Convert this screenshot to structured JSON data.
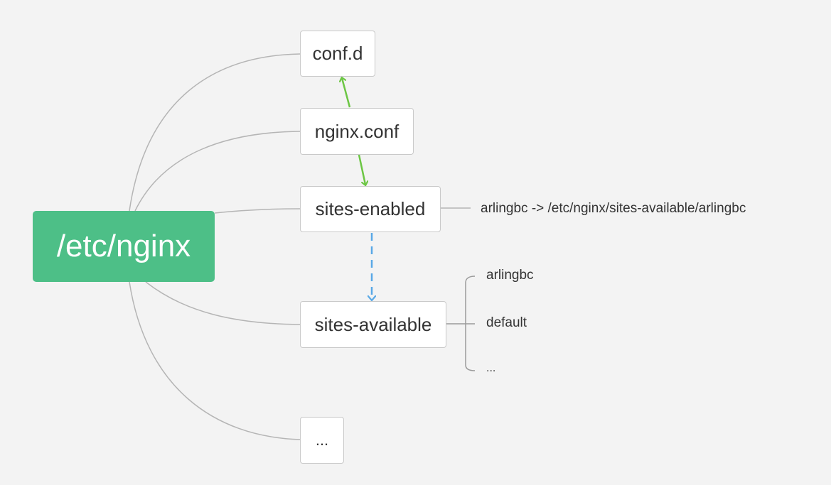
{
  "root": {
    "label": "/etc/nginx",
    "color": "#4dbf87"
  },
  "children": [
    {
      "id": "conf_d",
      "label": "conf.d"
    },
    {
      "id": "nginx_conf",
      "label": "nginx.conf"
    },
    {
      "id": "sites_enabled",
      "label": "sites-enabled"
    },
    {
      "id": "sites_available",
      "label": "sites-available"
    },
    {
      "id": "more",
      "label": "..."
    }
  ],
  "sites_enabled_note": "arlingbc -> /etc/nginx/sites-available/arlingbc",
  "sites_available_items": [
    "arlingbc",
    "default",
    "..."
  ],
  "relations": [
    {
      "from": "nginx.conf",
      "to": "conf.d",
      "color": "#6cc644",
      "style": "solid"
    },
    {
      "from": "nginx.conf",
      "to": "sites-enabled",
      "color": "#6cc644",
      "style": "solid"
    },
    {
      "from": "sites-enabled",
      "to": "sites-available",
      "color": "#5aa9e6",
      "style": "dashed"
    }
  ],
  "connector_color": "#b5b5b5"
}
